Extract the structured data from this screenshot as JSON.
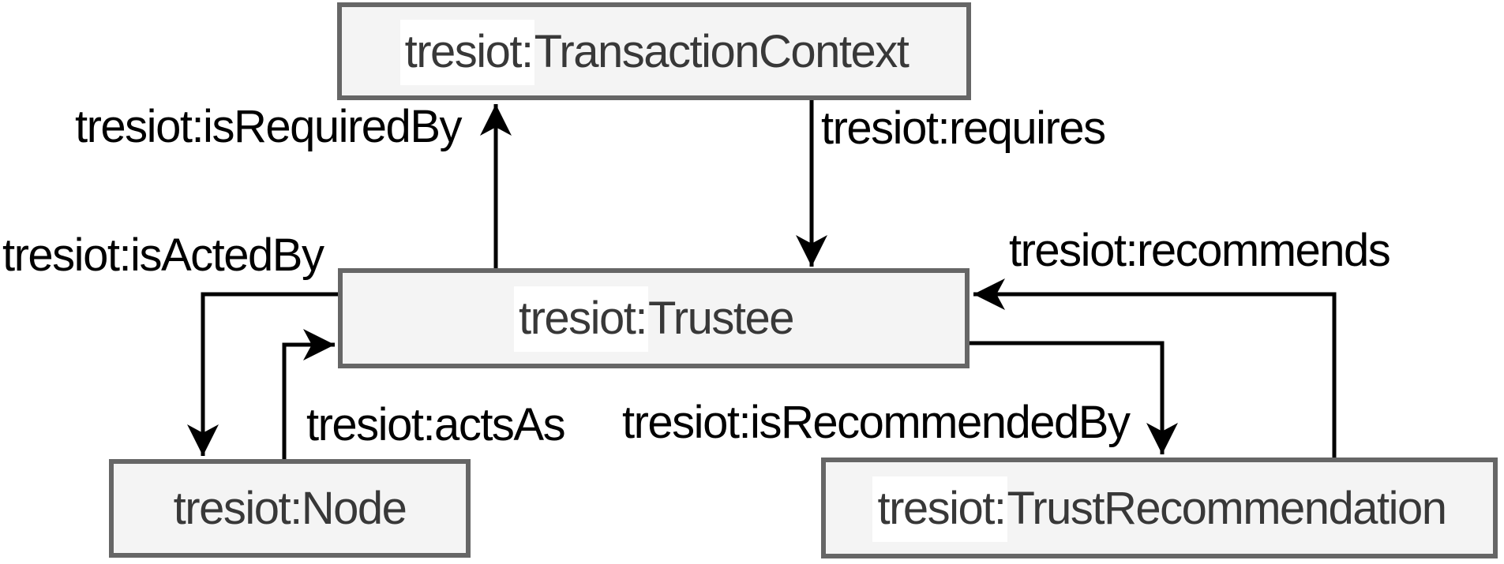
{
  "diagram": {
    "nodes": [
      {
        "id": "transaction-context",
        "prefix": "tresiot:",
        "name": "TransactionContext",
        "full_label": "tresiot:TransactionContext"
      },
      {
        "id": "trustee",
        "prefix": "tresiot:",
        "name": "Trustee",
        "full_label": "tresiot:Trustee"
      },
      {
        "id": "node",
        "prefix": "tresiot:",
        "name": "Node",
        "full_label": "tresiot:Node"
      },
      {
        "id": "trust-recommendation",
        "prefix": "tresiot:",
        "name": "TrustRecommendation",
        "full_label": "tresiot:TrustRecommendation"
      }
    ],
    "edges": [
      {
        "label": "tresiot:isRequiredBy",
        "from": "trustee",
        "to": "transaction-context"
      },
      {
        "label": "tresiot:requires",
        "from": "transaction-context",
        "to": "trustee"
      },
      {
        "label": "tresiot:isActedBy",
        "from": "trustee",
        "to": "node"
      },
      {
        "label": "tresiot:actsAs",
        "from": "node",
        "to": "trustee"
      },
      {
        "label": "tresiot:recommends",
        "from": "trust-recommendation",
        "to": "trustee"
      },
      {
        "label": "tresiot:isRecommendedBy",
        "from": "trustee",
        "to": "trust-recommendation"
      }
    ],
    "colors": {
      "node_fill": "#f4f4f4",
      "node_border": "#666666",
      "line": "#000000",
      "node_text": "#383838",
      "label_text": "#000000",
      "prefix_highlight": "#ffffff",
      "canvas_bg": "#ffffff"
    }
  }
}
